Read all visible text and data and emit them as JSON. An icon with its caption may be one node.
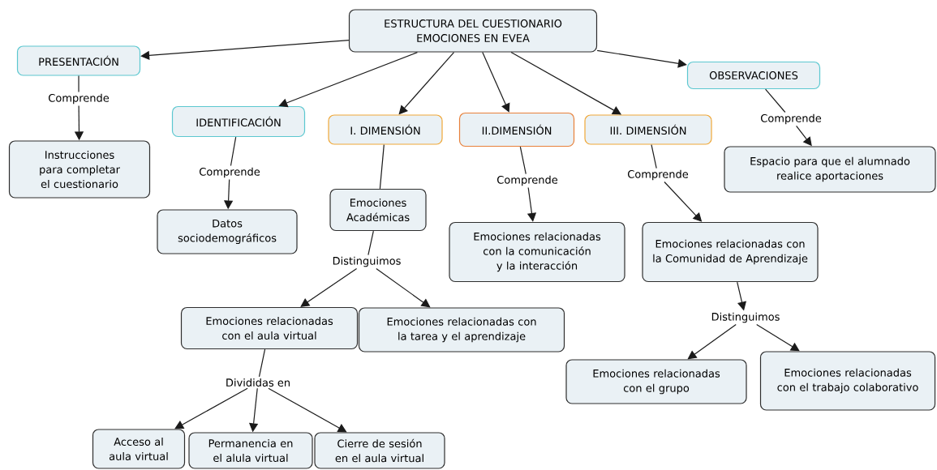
{
  "diagram": {
    "nodes": [
      {
        "text": [
          "ESTRUCTURA DEL CUESTIONARIO EMOCIONES EN EVEA"
        ]
      },
      {
        "text": [
          "PRESENTACIÓN"
        ]
      },
      {
        "text": [
          "IDENTIFICACIÓN"
        ]
      },
      {
        "text": [
          "I. DIMENSIÓN"
        ]
      },
      {
        "text": [
          "II.DIMENSIÓN"
        ]
      },
      {
        "text": [
          "III. DIMENSIÓN"
        ]
      },
      {
        "text": [
          "OBSERVACIONES"
        ]
      },
      {
        "text": [
          "Comprende"
        ]
      },
      {
        "text": [
          "Instrucciones para completar el cuestionario"
        ]
      },
      {
        "text": [
          "Comprende"
        ]
      },
      {
        "text": [
          "Datos sociodemográficos"
        ]
      },
      {
        "text": [
          "Emociones Académicas"
        ]
      },
      {
        "text": [
          "Comprende"
        ]
      },
      {
        "text": [
          "Emociones relacionadas con la comunicación y la interacción"
        ]
      },
      {
        "text": [
          "Comprende"
        ]
      },
      {
        "text": [
          "Emociones relacionadas con la Comunidad de Aprendizaje"
        ]
      },
      {
        "text": [
          "Comprende"
        ]
      },
      {
        "text": [
          "Espacio para que el alumnado realice aportaciones"
        ]
      },
      {
        "text": [
          "Distinguimos"
        ]
      },
      {
        "text": [
          "Emociones relacionadas con el aula virtual"
        ]
      },
      {
        "text": [
          "Emociones relacionadas con la tarea y el aprendizaje"
        ]
      },
      {
        "text": [
          "Divididas en"
        ]
      },
      {
        "text": [
          "Acceso al aula virtual"
        ]
      },
      {
        "text": [
          "Permanencia en el alula virtual"
        ]
      },
      {
        "text": [
          "Cierre de sesión en el aula virtual"
        ]
      },
      {
        "text": [
          "Distinguimos"
        ]
      },
      {
        "text": [
          "Emociones relacionadas con el grupo"
        ]
      },
      {
        "text": [
          "Emociones relacionadas con el trabajo colaborativo"
        ]
      }
    ],
    "edges": [
      {
        "from": 0,
        "to": 1,
        "arrow": "to"
      },
      {
        "from": 0,
        "to": 2,
        "arrow": "to"
      },
      {
        "from": 0,
        "to": 3,
        "arrow": "to"
      },
      {
        "from": 0,
        "to": 4,
        "arrow": "to"
      },
      {
        "from": 0,
        "to": 5,
        "arrow": "to"
      },
      {
        "from": 0,
        "to": 6,
        "arrow": "to"
      },
      {
        "from": 1,
        "to": 7,
        "arrow": "none"
      },
      {
        "from": 7,
        "to": 8,
        "arrow": "to"
      },
      {
        "from": 2,
        "to": 9,
        "arrow": "none"
      },
      {
        "from": 9,
        "to": 10,
        "arrow": "to"
      },
      {
        "from": 3,
        "to": 11,
        "arrow": "none"
      },
      {
        "from": 4,
        "to": 12,
        "arrow": "none"
      },
      {
        "from": 12,
        "to": 13,
        "arrow": "to"
      },
      {
        "from": 5,
        "to": 14,
        "arrow": "none"
      },
      {
        "from": 14,
        "to": 15,
        "arrow": "to"
      },
      {
        "from": 6,
        "to": 16,
        "arrow": "none"
      },
      {
        "from": 16,
        "to": 17,
        "arrow": "to"
      },
      {
        "from": 11,
        "to": 18,
        "arrow": "none"
      },
      {
        "from": 18,
        "to": 19,
        "arrow": "to"
      },
      {
        "from": 18,
        "to": 20,
        "arrow": "to"
      },
      {
        "from": 19,
        "to": 21,
        "arrow": "none"
      },
      {
        "from": 21,
        "to": 22,
        "arrow": "to"
      },
      {
        "from": 21,
        "to": 23,
        "arrow": "to"
      },
      {
        "from": 21,
        "to": 24,
        "arrow": "to"
      },
      {
        "from": 15,
        "to": 25,
        "arrow": "to"
      },
      {
        "from": 25,
        "to": 26,
        "arrow": "to"
      },
      {
        "from": 25,
        "to": 27,
        "arrow": "to"
      }
    ]
  }
}
